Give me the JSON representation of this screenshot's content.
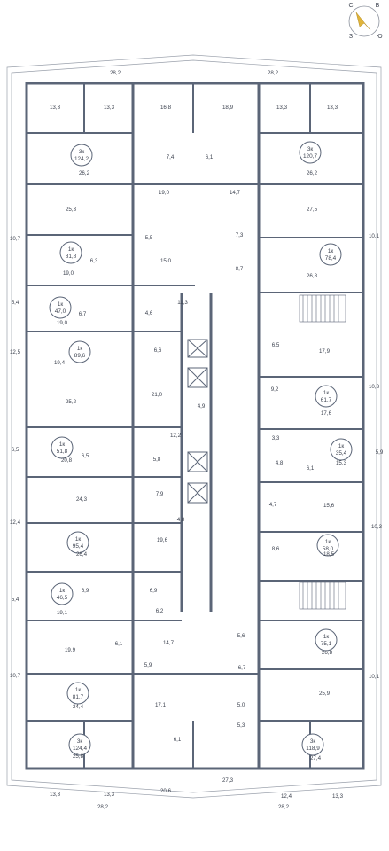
{
  "compass": {
    "n": "С",
    "e": "В",
    "s": "Ю",
    "w": "З"
  },
  "apartments": [
    {
      "type": "3к",
      "area": "124,2"
    },
    {
      "type": "3к",
      "area": "120,7"
    },
    {
      "type": "1к",
      "area": "81,8"
    },
    {
      "type": "1к",
      "area": "78,4"
    },
    {
      "type": "1к",
      "area": "47,0"
    },
    {
      "type": "1к",
      "area": "89,6"
    },
    {
      "type": "1к",
      "area": "61,7"
    },
    {
      "type": "1к",
      "area": "51,8"
    },
    {
      "type": "1к",
      "area": "35,4"
    },
    {
      "type": "1к",
      "area": "95,4"
    },
    {
      "type": "1к",
      "area": "58,0"
    },
    {
      "type": "1к",
      "area": "46,5"
    },
    {
      "type": "1к",
      "area": "75,1"
    },
    {
      "type": "1к",
      "area": "81,7"
    },
    {
      "type": "3к",
      "area": "124,4"
    },
    {
      "type": "3к",
      "area": "118,9"
    }
  ],
  "labels": [
    "28,2",
    "28,2",
    "13,3",
    "13,3",
    "16,8",
    "18,9",
    "13,3",
    "13,3",
    "26,2",
    "7,4",
    "6,1",
    "26,2",
    "19,0",
    "14,7",
    "25,3",
    "27,5",
    "10,7",
    "5,5",
    "7,3",
    "10,1",
    "6,3",
    "15,0",
    "8,7",
    "19,0",
    "26,8",
    "5,4",
    "6,7",
    "4,6",
    "11,3",
    "19,0",
    "6,6",
    "6,5",
    "17,9",
    "19,4",
    "12,5",
    "9,2",
    "10,3",
    "21,0",
    "25,2",
    "4,9",
    "17,6",
    "12,2",
    "6,5",
    "6,5",
    "5,8",
    "3,3",
    "5,9",
    "20,8",
    "4,8",
    "6,1",
    "15,3",
    "7,9",
    "24,3",
    "4,7",
    "15,6",
    "12,4",
    "4,8",
    "10,3",
    "19,6",
    "8,6",
    "26,4",
    "18,5",
    "5,4",
    "6,9",
    "6,9",
    "19,1",
    "6,2",
    "5,6",
    "19,9",
    "14,7",
    "6,1",
    "26,8",
    "10,7",
    "5,9",
    "6,7",
    "10,1",
    "24,4",
    "25,9",
    "17,1",
    "5,0",
    "5,3",
    "6,1",
    "25,8",
    "27,4",
    "13,3",
    "13,3",
    "20,6",
    "27,3",
    "12,4",
    "13,3",
    "28,2",
    "28,2"
  ]
}
